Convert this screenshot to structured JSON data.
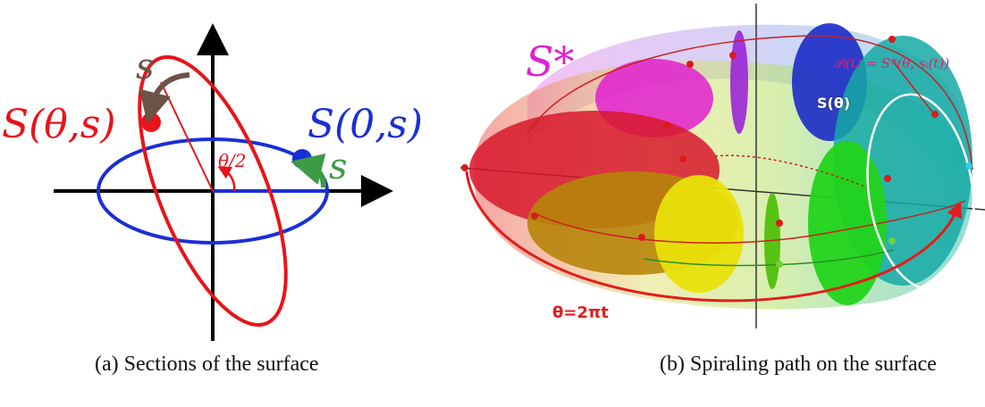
{
  "panel_a": {
    "label_S_theta_s": "S(θ,s)",
    "label_S_0_s": "S(0,s)",
    "label_s_top": "s",
    "label_s_right": "s",
    "label_theta_half": "θ/2",
    "caption": "(a)  Sections of the surface",
    "colors": {
      "red": "#e8141a",
      "blue": "#1a2fd6",
      "brown": "#6b5348",
      "green": "#3d9a45"
    }
  },
  "panel_b": {
    "label_S_star": "S*",
    "label_path": "𝒫ᵢ(t) = S*(θ, sᵢ(t))",
    "label_S_theta": "S(θ)",
    "label_theta_2pi_t": "θ=2πt",
    "caption": "(b) Spiraling path on the surface",
    "colors": {
      "magenta": "#e020d0",
      "red": "#e31c1c"
    }
  }
}
